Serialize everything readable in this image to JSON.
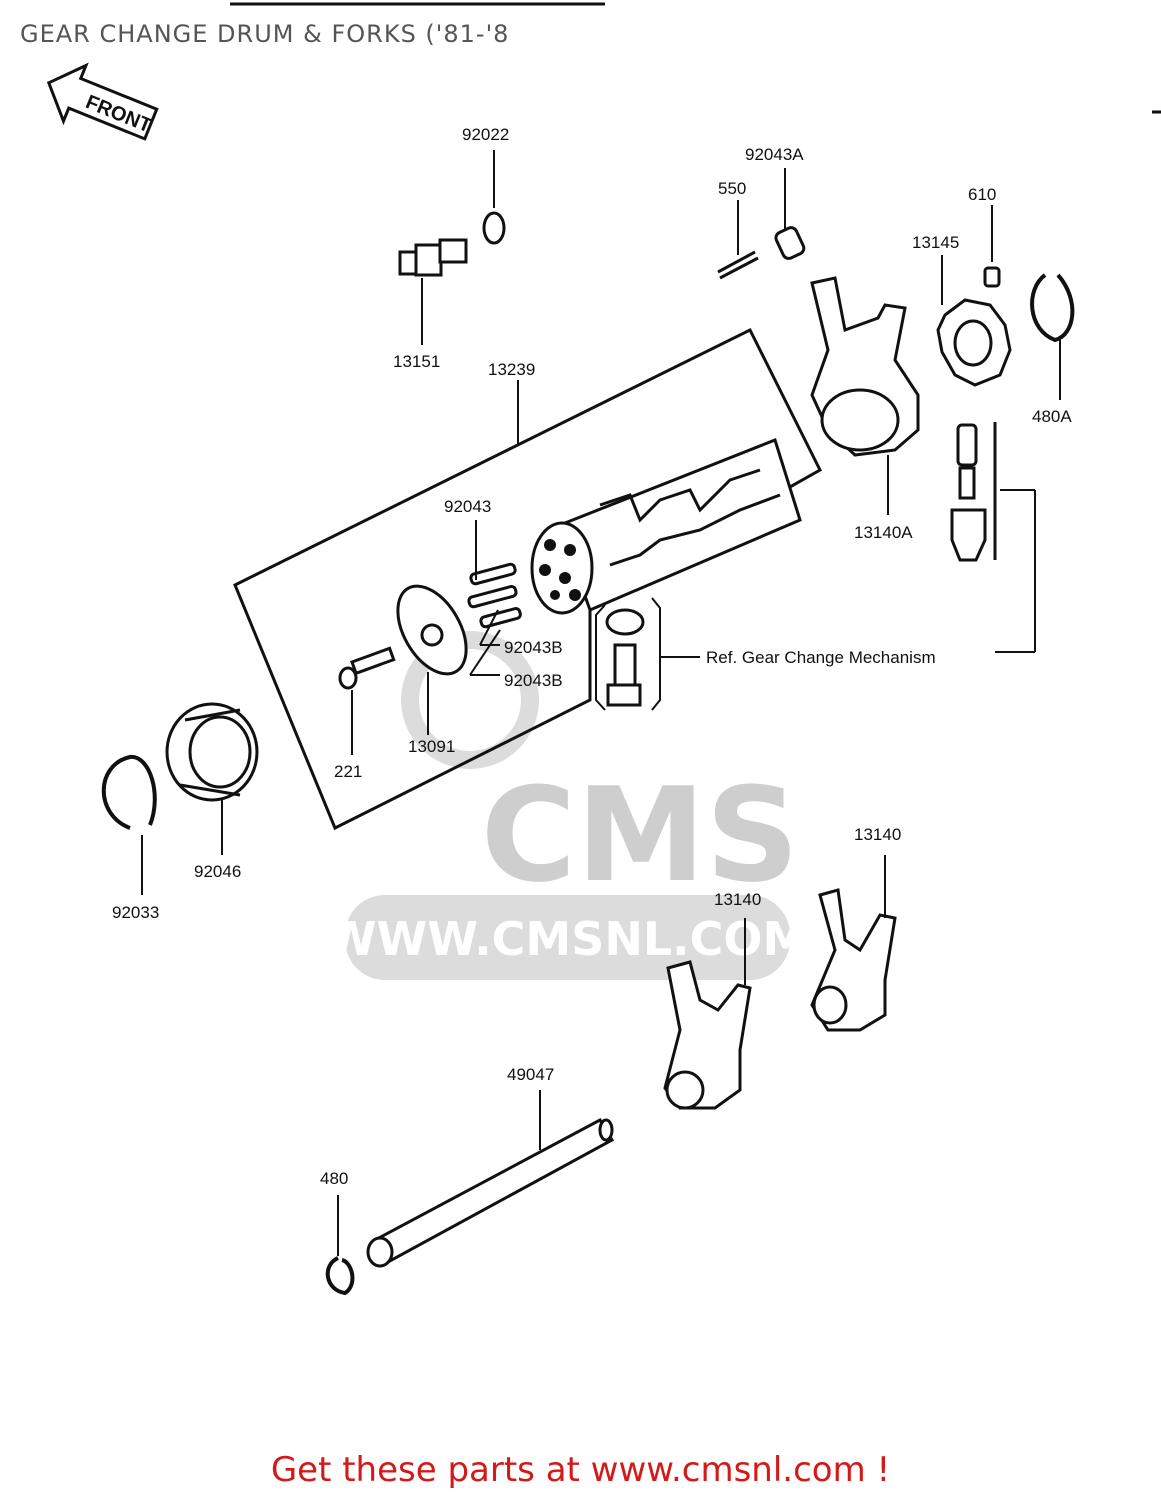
{
  "title": "GEAR CHANGE DRUM & FORKS ('81-'8",
  "front_label": "FRONT",
  "ref_note": "Ref.  Gear Change Mechanism",
  "watermark": {
    "brand": "CMS",
    "url": "WWW.CMSNL.COM"
  },
  "footer": "Get these parts at www.cmsnl.com !",
  "parts": {
    "p92022": "92022",
    "p92043A": "92043A",
    "p550": "550",
    "p610": "610",
    "p13145": "13145",
    "p13151": "13151",
    "p13239": "13239",
    "p480A": "480A",
    "p92043": "92043",
    "p13140A": "13140A",
    "p92043B_1": "92043B",
    "p92043B_2": "92043B",
    "p221": "221",
    "p13091": "13091",
    "p92033": "92033",
    "p92046": "92046",
    "p13140_1": "13140",
    "p13140_2": "13140",
    "p49047": "49047",
    "p480": "480"
  },
  "colors": {
    "line": "#111111",
    "watermark": "#c9c9c9",
    "footer": "#d41919",
    "title": "#555555"
  }
}
